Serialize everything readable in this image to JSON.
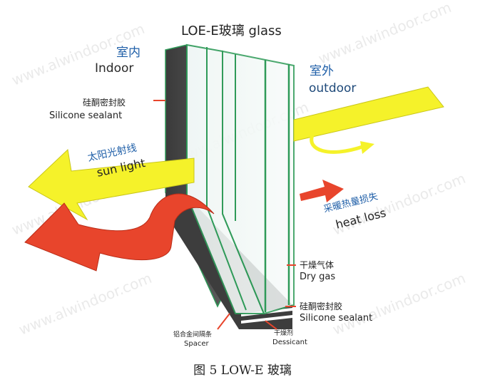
{
  "title": "LOE-E玻璃 glass",
  "labels": {
    "indoor_cn": "室内",
    "indoor_en": "Indoor",
    "outdoor_cn": "室外",
    "outdoor_en": "outdoor",
    "sealant_top_cn": "硅酮密封胶",
    "sealant_top_en": "Silicone sealant",
    "sunlight_cn": "太阳光射线",
    "sunlight_en": "sun light",
    "heatloss_cn": "采暖热量损失",
    "heatloss_en": "heat loss",
    "drygas_cn": "干燥气体",
    "drygas_en": "Dry gas",
    "sealant_bottom_cn": "硅酮密封胶",
    "sealant_bottom_en": "Silicone sealant",
    "spacer_cn": "铝合金间隔条",
    "spacer_en": "Spacer",
    "desiccant_cn": "干燥剂",
    "desiccant_en": "Dessicant"
  },
  "watermark": "www.alwindoor.com",
  "caption": "图 5 LOW-E 玻璃",
  "colors": {
    "sun_arrow": "#f5f22a",
    "heat_arrow": "#e8452c",
    "glass_edge": "#2e9a58",
    "frame": "#4b4b4b",
    "label_blue": "#1f5fa8"
  }
}
